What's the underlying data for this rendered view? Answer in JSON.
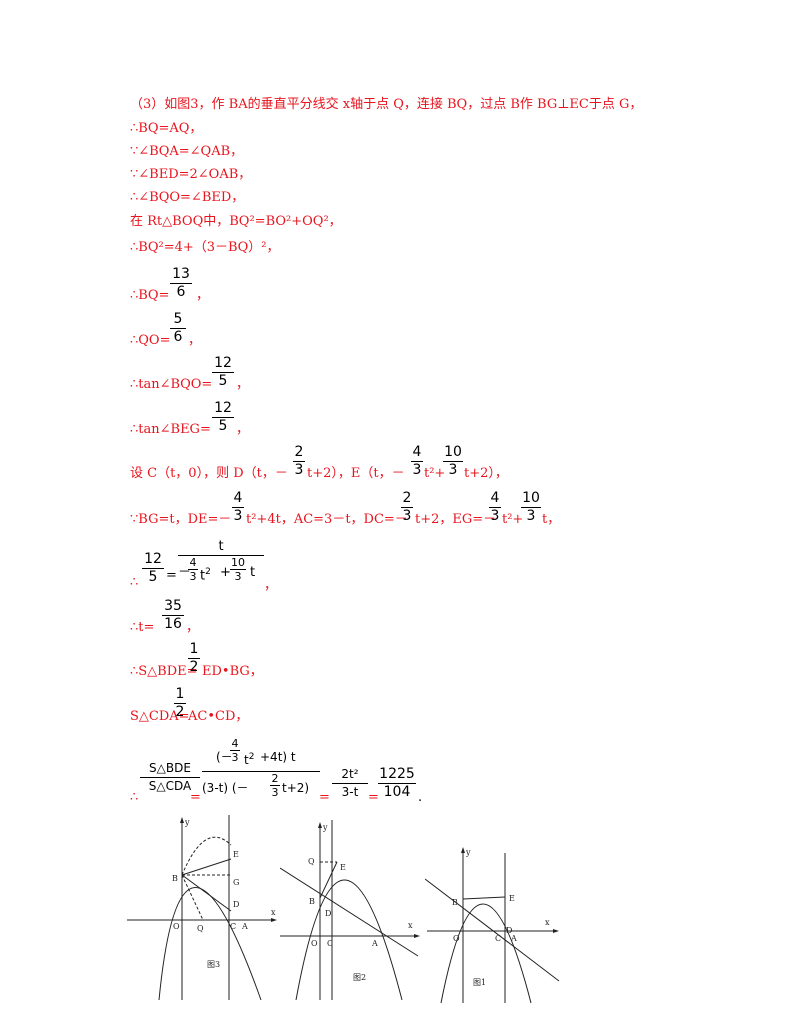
{
  "lines": {
    "l1": "（3）如图3，作 BA的垂直平分线交 x轴于点 Q，连接 BQ，过点 B作 BG⊥EC于点 G，",
    "l2": "∴BQ=AQ，",
    "l3": "∵∠BQA=∠QAB，",
    "l4": "∵∠BED=2∠OAB，",
    "l5": "∴∠BQO=∠BED，",
    "l6": "在 Rt△BOQ中，BQ²=BO²+OQ²，",
    "l7": "∴BQ²=4+（3－BQ）²，",
    "l8": "∴BQ=",
    "l9": "∴QO=",
    "l10": "∴tan∠BQO=",
    "l11": "∴tan∠BEG=",
    "l12a": "设 C（t，0），则 D（t，－",
    "l12b": "t+2），E（t，－",
    "l12c": "t²+",
    "l12d": "t+2），",
    "l13a": "∵BG=t，DE=－",
    "l13b": "t²+4t，AC=3－t，DC=－",
    "l13c": "t+2，EG=－",
    "l13d": "t²+",
    "l13e": "t，",
    "l15": "∴t=",
    "l16": "∴S△BDE=",
    "l16b": "ED•BG，",
    "l17": "S△CDA=",
    "l17b": "AC•CD，"
  },
  "fracs": {
    "f13_6": {
      "num": "13",
      "den": "6"
    },
    "f5_6": {
      "num": "5",
      "den": "6"
    },
    "f12_5a": {
      "num": "12",
      "den": "5"
    },
    "f12_5b": {
      "num": "12",
      "den": "5"
    },
    "f2_3a": {
      "num": "2",
      "den": "3"
    },
    "f4_3a": {
      "num": "4",
      "den": "3"
    },
    "f10_3a": {
      "num": "10",
      "den": "3"
    },
    "f4_3b": {
      "num": "4",
      "den": "3"
    },
    "f2_3b": {
      "num": "2",
      "den": "3"
    },
    "f4_3c": {
      "num": "4",
      "den": "3"
    },
    "f10_3b": {
      "num": "10",
      "den": "3"
    },
    "f12_5c": {
      "num": "12",
      "den": "5"
    },
    "f35_16": {
      "num": "35",
      "den": "16"
    },
    "f1_2a": {
      "num": "1",
      "den": "2"
    },
    "f1_2b": {
      "num": "1",
      "den": "2"
    },
    "f1225_104": {
      "num": "1225",
      "den": "104"
    }
  },
  "eq14": {
    "therefore": "∴",
    "eq": "=",
    "num": "t",
    "den_a": "－",
    "den_b": "t",
    "den_c": "+",
    "den_d": "t",
    "comma": "，",
    "f4": {
      "num": "4",
      "den": "3"
    },
    "f10": {
      "num": "10",
      "den": "3"
    }
  },
  "eq18": {
    "therefore": "∴",
    "s_bde": "S△BDE",
    "s_cda": "S△CDA",
    "eq1": "=",
    "eq2": "=",
    "eq3": "=",
    "period": ".",
    "num_a": "(－",
    "num_b": "t",
    "num_c": "+4t) t",
    "den_a": "(3-t) (－",
    "den_b": "t+2)",
    "r_num": "2t²",
    "r_den": "3-t",
    "f4": {
      "num": "4",
      "den": "3"
    },
    "f2": {
      "num": "2",
      "den": "3"
    }
  },
  "figures": {
    "fig3": {
      "caption": "图3",
      "y": "y",
      "x": "x",
      "E": "E",
      "B": "B",
      "G": "G",
      "D": "D",
      "O": "O",
      "Q": "Q",
      "C": "C",
      "A": "A"
    },
    "fig2": {
      "caption": "图2",
      "y": "y",
      "x": "x",
      "Q": "Q",
      "E": "E",
      "B": "B",
      "D": "D",
      "O": "O",
      "C": "C",
      "A": "A"
    },
    "fig1": {
      "caption": "图1",
      "y": "y",
      "x": "x",
      "B": "B",
      "E": "E",
      "O": "O",
      "C": "C",
      "D": "D",
      "A": "A"
    }
  }
}
